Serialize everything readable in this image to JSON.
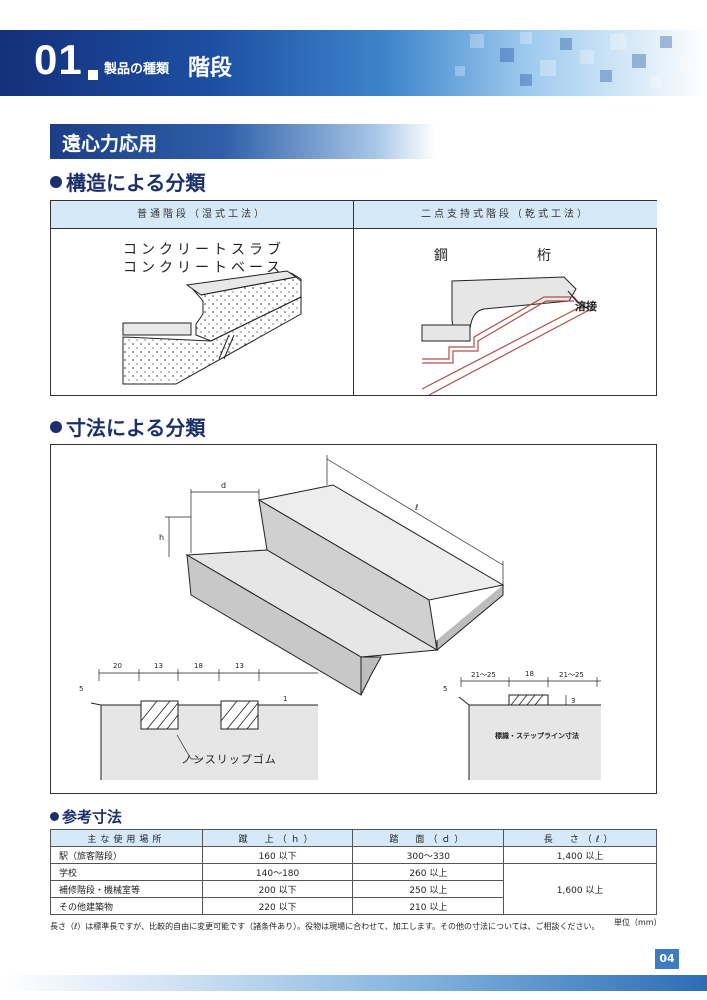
{
  "header": {
    "number": "01",
    "subtitle": "製品の種類",
    "title": "階段"
  },
  "section_title": "遠心力応用",
  "structure": {
    "heading": "構造による分類",
    "col_left": "普通階段（湿式工法）",
    "col_right": "二点支持式階段（乾式工法）",
    "left_label_1": "コンクリートスラブ",
    "left_label_2": "コンクリートベース",
    "right_label_steel": "鋼",
    "right_label_beam": "桁",
    "right_label_weld": "溶接"
  },
  "dimensions": {
    "heading": "寸法による分類",
    "label_d": "d",
    "label_h": "h",
    "label_l": "ℓ",
    "left_dims": [
      "20",
      "13",
      "18",
      "13"
    ],
    "left_small": "5",
    "left_small_right": "1",
    "left_caption": "ノンスリップゴム",
    "right_dims": [
      "21～25",
      "18",
      "21～25"
    ],
    "right_small": "5",
    "right_small_3": "3",
    "right_caption": "標識・ステップライン寸法"
  },
  "reference": {
    "heading": "参考寸法",
    "headers": [
      "主な使用場所",
      "蹴　上（ｈ）",
      "踏　面（ｄ）",
      "長　さ（ℓ）"
    ],
    "rows": [
      [
        "駅（旅客階段）",
        "160 以下",
        "300～330",
        "1,400 以上"
      ],
      [
        "学校",
        "140～180",
        "260 以上",
        ""
      ],
      [
        "補修階段・機械室等",
        "200 以下",
        "250 以上",
        "1,600 以上"
      ],
      [
        "その他建築物",
        "220 以下",
        "210 以上",
        ""
      ]
    ],
    "unit": "単位（mm）",
    "note": "長さ（ℓ）は標準長ですが、比較的自由に変更可能です（諸条件あり）。役物は現場に合わせて、加工します。その他の寸法については、ご相談ください。"
  },
  "page_number": "04"
}
